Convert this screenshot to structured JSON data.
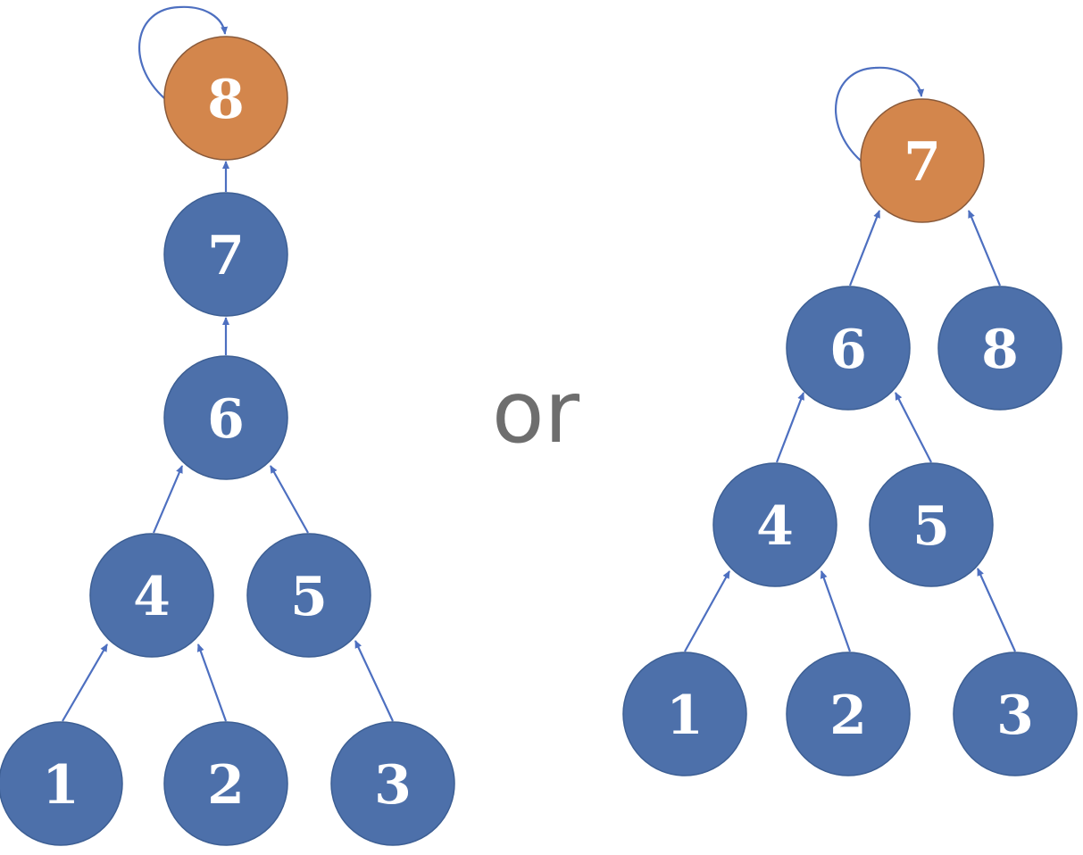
{
  "separator": "or",
  "colors": {
    "node": "#4d70aa",
    "root": "#d3864c",
    "edge": "#4d6fc0"
  },
  "left_tree": {
    "root": "8",
    "nodes": {
      "n8": "8",
      "n7": "7",
      "n6": "6",
      "n4": "4",
      "n5": "5",
      "n1": "1",
      "n2": "2",
      "n3": "3"
    },
    "edges": [
      [
        "7",
        "8"
      ],
      [
        "6",
        "7"
      ],
      [
        "4",
        "6"
      ],
      [
        "5",
        "6"
      ],
      [
        "1",
        "4"
      ],
      [
        "2",
        "4"
      ],
      [
        "3",
        "5"
      ],
      [
        "8",
        "8"
      ]
    ]
  },
  "right_tree": {
    "root": "7",
    "nodes": {
      "n7": "7",
      "n6": "6",
      "n8": "8",
      "n4": "4",
      "n5": "5",
      "n1": "1",
      "n2": "2",
      "n3": "3"
    },
    "edges": [
      [
        "6",
        "7"
      ],
      [
        "8",
        "7"
      ],
      [
        "4",
        "6"
      ],
      [
        "5",
        "6"
      ],
      [
        "1",
        "4"
      ],
      [
        "2",
        "4"
      ],
      [
        "3",
        "5"
      ],
      [
        "7",
        "7"
      ]
    ]
  }
}
